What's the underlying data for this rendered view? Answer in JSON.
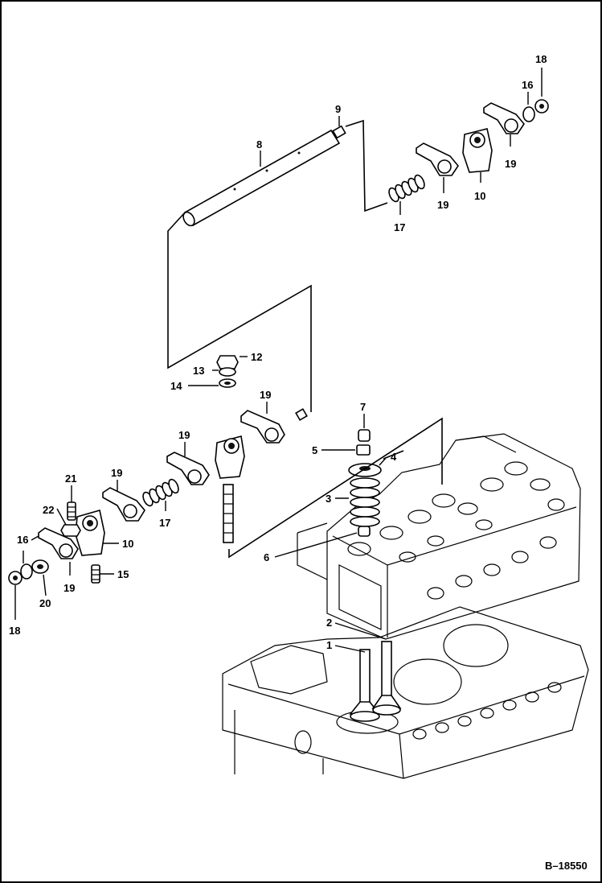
{
  "diagram": {
    "reference": "B–18550",
    "callouts": {
      "c1": "1",
      "c2": "2",
      "c3": "3",
      "c4": "4",
      "c5": "5",
      "c6": "6",
      "c7": "7",
      "c8": "8",
      "c9": "9",
      "c10a": "10",
      "c10b": "10",
      "c12": "12",
      "c13": "13",
      "c14": "14",
      "c15": "15",
      "c16a": "16",
      "c16b": "16",
      "c17a": "17",
      "c17b": "17",
      "c18a": "18",
      "c18b": "18",
      "c19a": "19",
      "c19b": "19",
      "c19c": "19",
      "c19d": "19",
      "c19e": "19",
      "c19f": "19",
      "c20": "20",
      "c21": "21",
      "c22": "22"
    }
  }
}
